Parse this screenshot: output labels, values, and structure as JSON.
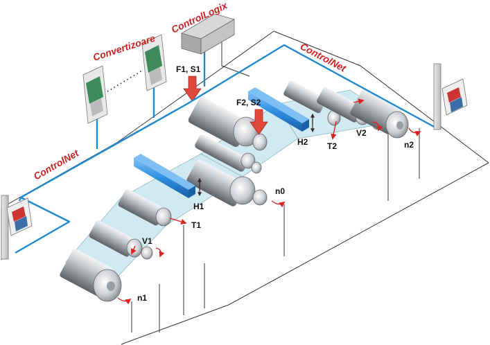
{
  "labels": {
    "controllogix": "ControlLogix",
    "convertizoare": "Convertizoare",
    "controlnet_top": "ControlNet",
    "controlnet_left": "ControlNet",
    "f1s1": "F1, S1",
    "f2s2": "F2, S2",
    "h1": "H1",
    "h2": "H2",
    "t1": "T1",
    "t2": "T2",
    "v1": "V1",
    "v2": "V2",
    "n0": "n0",
    "n1": "n1",
    "n2": "n2"
  },
  "colors": {
    "network": "#1e88d0",
    "film": "#c9e6ef",
    "sensor_bar": "#2f8fe0",
    "force_arrow": "#e0483c",
    "rotation_arrow": "#dd2222",
    "label_red": "#cc2222",
    "steel": "#b6b9bd"
  }
}
